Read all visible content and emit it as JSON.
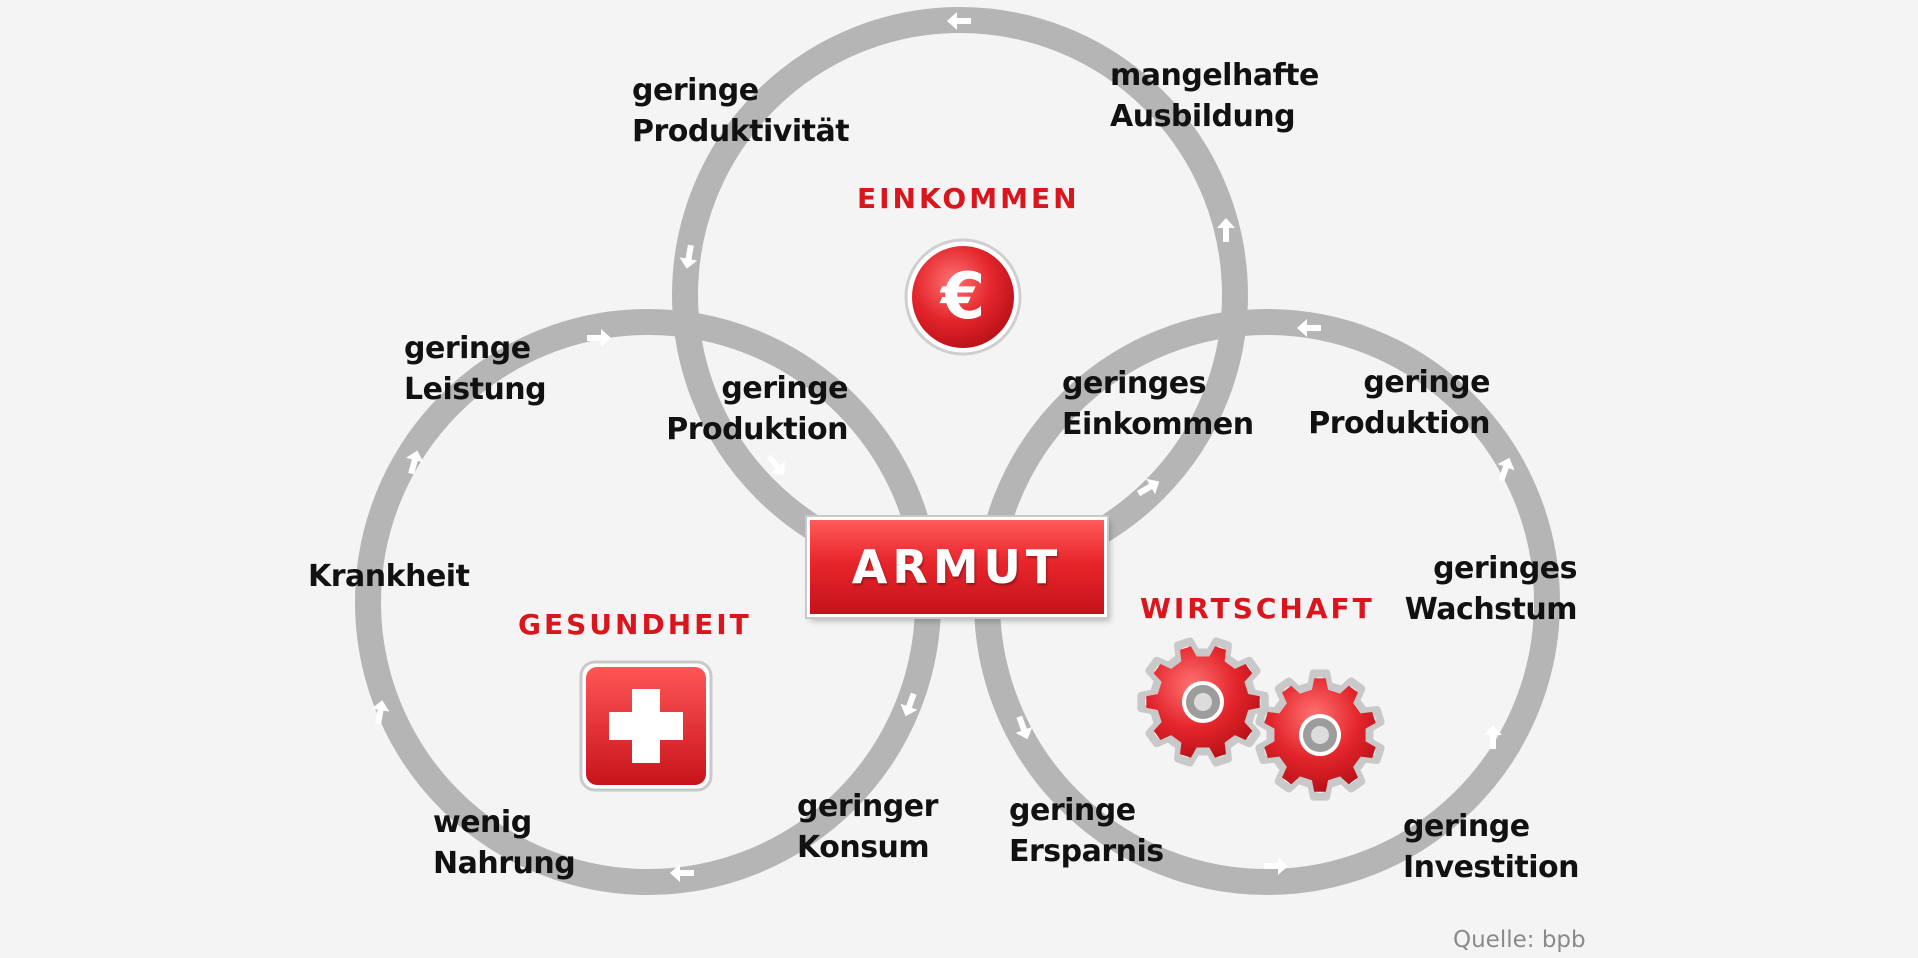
{
  "center_label": "ARMUT",
  "categories": {
    "einkommen": "EINKOMMEN",
    "gesundheit": "GESUNDHEIT",
    "wirtschaft": "WIRTSCHAFT"
  },
  "labels": {
    "geringe_produktivitaet": [
      "geringe",
      "Produktivität"
    ],
    "mangelhafte_ausbildung": [
      "mangelhafte",
      "Ausbildung"
    ],
    "geringe_leistung": [
      "geringe",
      "Leistung"
    ],
    "geringe_produktion_left": [
      "geringe",
      "Produktion"
    ],
    "geringes_einkommen": [
      "geringes",
      "Einkommen"
    ],
    "geringe_produktion_right": [
      "geringe",
      "Produktion"
    ],
    "krankheit": [
      "Krankheit"
    ],
    "geringes_wachstum": [
      "geringes",
      "Wachstum"
    ],
    "wenig_nahrung": [
      "wenig",
      "Nahrung"
    ],
    "geringer_konsum": [
      "geringer",
      "Konsum"
    ],
    "geringe_ersparnis": [
      "geringe",
      "Ersparnis"
    ],
    "geringe_investition": [
      "geringe",
      "Investition"
    ]
  },
  "source": "Quelle: bpb",
  "icons": {
    "einkommen": "euro-icon",
    "gesundheit": "medical-cross-icon",
    "wirtschaft": "gears-icon"
  },
  "colors": {
    "accent_red": "#d9151d",
    "ring_gray": "#b5b5b5",
    "arrow_white": "#ffffff",
    "background": "#f4f4f4"
  }
}
